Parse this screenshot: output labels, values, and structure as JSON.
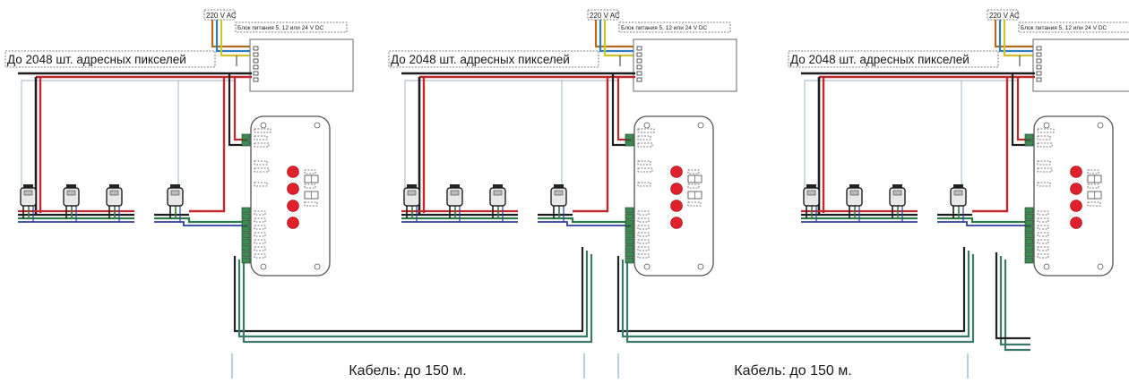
{
  "diagram": {
    "units": [
      {
        "ac_label": "220 V AC",
        "psu_label": "Блок питания 5, 12 или 24 V DC",
        "pixels_label": "До 2048 шт. адресных пикселей"
      },
      {
        "ac_label": "220 V AC",
        "psu_label": "Блок питания 5, 12 или 24 V DC",
        "pixels_label": "До 2048 шт. адресных пикселей"
      },
      {
        "ac_label": "220 V AC",
        "psu_label": "Блок питания 5, 12 или 24 V DC",
        "pixels_label": "До 2048 шт. адресных пикселей"
      }
    ],
    "cable_labels": [
      "Кабель: до 150 м.",
      "Кабель: до 150 м."
    ],
    "colors": {
      "power_red": "#c0282d",
      "dark_wire": "#1e1e1e",
      "data_green": "#2e7a4a",
      "data_blue": "#2d3f9a",
      "ac_brown": "#b26b1e",
      "ac_blue": "#2a7fc0",
      "ac_yellow": "#cfc32a",
      "button_red": "#e0202a",
      "connector_green": "#3f8a52",
      "cable_teal": "#3a7a6a"
    }
  }
}
